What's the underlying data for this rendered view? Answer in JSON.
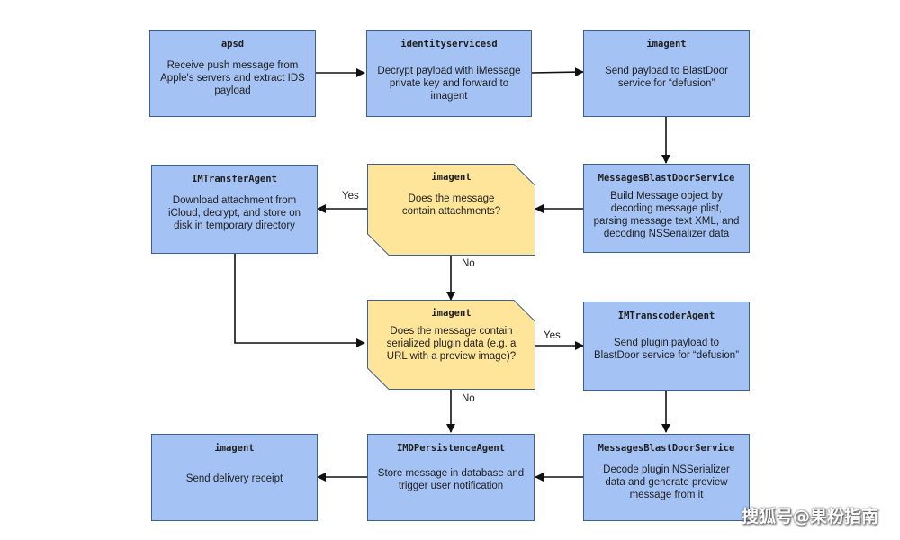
{
  "nodes": {
    "apsd": {
      "title": "apsd",
      "text": "Receive push message from Apple's servers and extract IDS payload"
    },
    "identityservicesd": {
      "title": "identityservicesd",
      "text": "Decrypt payload with iMessage private key and forward to imagent"
    },
    "imagent_send": {
      "title": "imagent",
      "text": "Send payload to BlastDoor service for “defusion”"
    },
    "blastdoor_build": {
      "title": "MessagesBlastDoorService",
      "text": "Build Message object by decoding message plist, parsing message text XML, and decoding NSSerializer data"
    },
    "imagent_attach": {
      "title": "imagent",
      "text": "Does the message contain attachments?"
    },
    "imtransferagent": {
      "title": "IMTransferAgent",
      "text": "Download attachment from iCloud, decrypt, and store on disk in temporary directory"
    },
    "imagent_plugin": {
      "title": "imagent",
      "text": "Does the message contain serialized plugin data (e.g. a URL with a preview image)?"
    },
    "imtranscoderagent": {
      "title": "IMTranscoderAgent",
      "text": "Send plugin payload to BlastDoor service for “defusion”"
    },
    "blastdoor_decode": {
      "title": "MessagesBlastDoorService",
      "text": "Decode plugin NSSerializer data and generate preview message from it"
    },
    "imdpersistence": {
      "title": "IMDPersistenceAgent",
      "text": "Store message in database and trigger user notification"
    },
    "imagent_receipt": {
      "title": "imagent",
      "text": "Send delivery receipt"
    }
  },
  "edge_labels": {
    "attach_yes": "Yes",
    "attach_no": "No",
    "plugin_yes": "Yes",
    "plugin_no": "No"
  },
  "colors": {
    "process_fill": "#a4c2f4",
    "decision_fill": "#ffe599",
    "stroke": "#3f5f8f",
    "arrow": "#111111"
  },
  "watermark": "搜狐号@果粉指南"
}
